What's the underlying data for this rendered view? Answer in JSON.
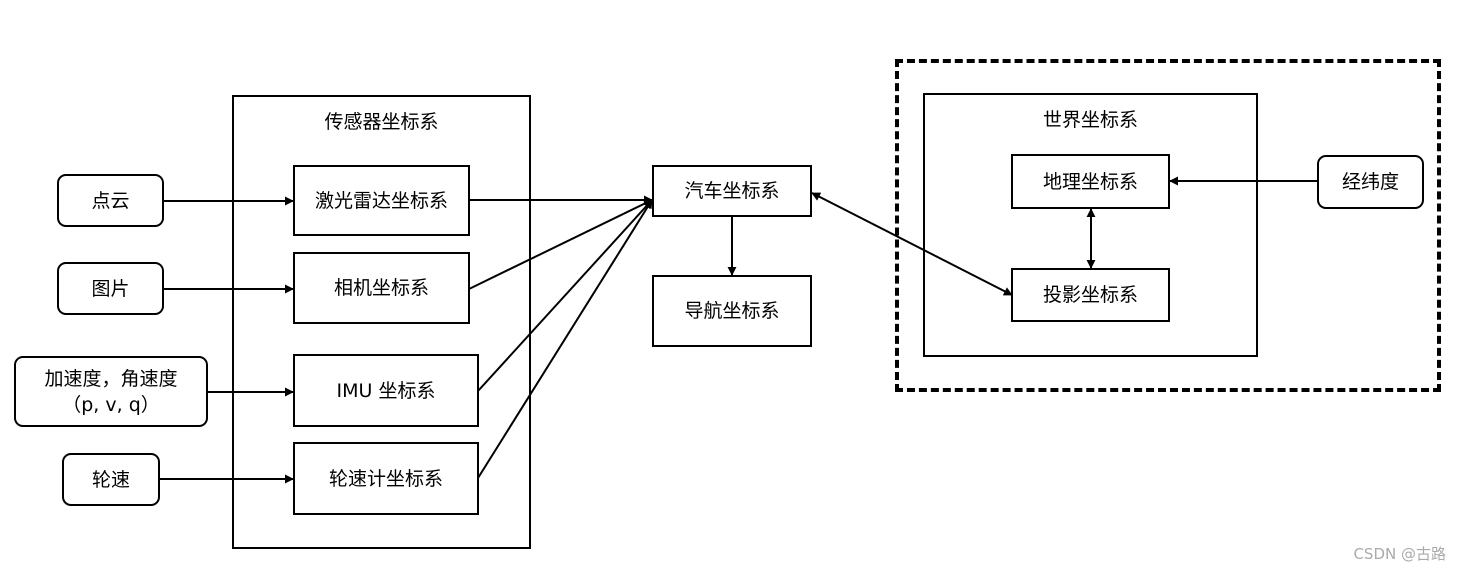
{
  "groups": {
    "sensor_frame": "传感器坐标系",
    "world_frame": "世界坐标系"
  },
  "inputs": {
    "point_cloud": "点云",
    "image": "图片",
    "imu_data_line1": "加速度，角速度",
    "imu_data_line2": "（p, v, q）",
    "wheel_speed": "轮速",
    "lat_lon": "经纬度"
  },
  "sensor_frames": {
    "lidar": "激光雷达坐标系",
    "camera": "相机坐标系",
    "imu": "IMU 坐标系",
    "wheel_odometer": "轮速计坐标系"
  },
  "vehicle_frames": {
    "vehicle": "汽车坐标系",
    "navigation": "导航坐标系"
  },
  "world_frames": {
    "geographic": "地理坐标系",
    "projection": "投影坐标系"
  },
  "watermark": "CSDN @古路",
  "colors": {
    "stroke": "#000000",
    "background": "#ffffff",
    "watermark": "#aaaaaa"
  }
}
